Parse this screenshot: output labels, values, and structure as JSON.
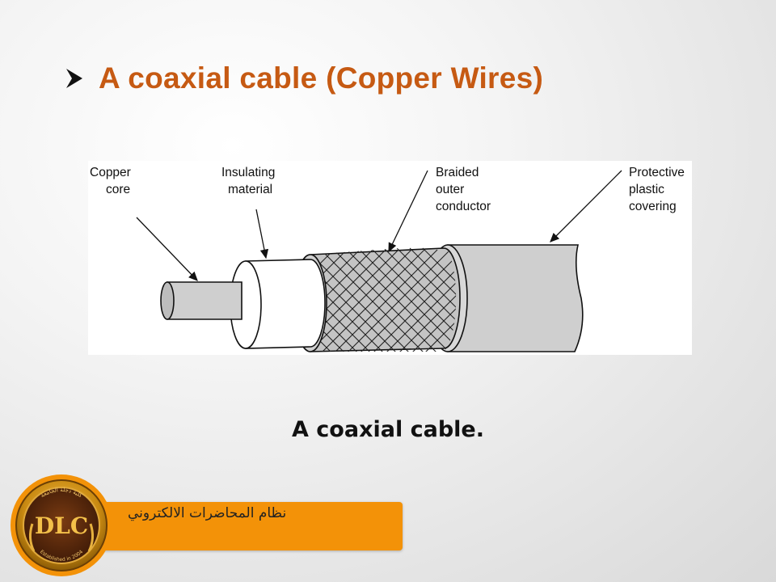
{
  "slide": {
    "title": "A coaxial cable (Copper Wires)",
    "bullet_icon": "arrowhead-bullet-icon",
    "accent_color": "#c65a13"
  },
  "figure": {
    "labels": {
      "copper_core": [
        "Copper",
        "core"
      ],
      "insulating_material": [
        "Insulating",
        "material"
      ],
      "braided_outer_conductor": [
        "Braided",
        "outer",
        "conductor"
      ],
      "protective_plastic_covering": [
        "Protective",
        "plastic",
        "covering"
      ]
    }
  },
  "caption": "A coaxial cable.",
  "footer": {
    "text": "نظام المحاضرات الالكتروني",
    "bar_color": "#f39208",
    "logo": {
      "icon": "university-seal-logo",
      "letters": "DLC",
      "top_text": "كلية دجلة الجامعة",
      "bottom_text": "Established in 2004"
    }
  }
}
